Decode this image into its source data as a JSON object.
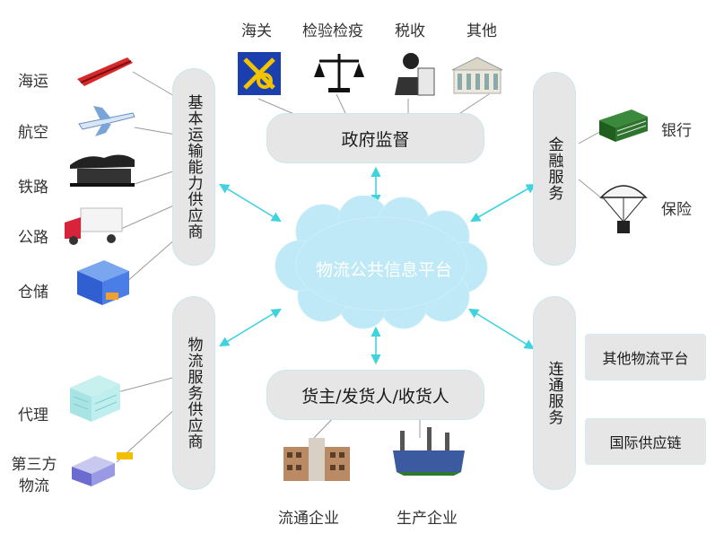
{
  "center": {
    "label": "物流公共信息平台"
  },
  "government": {
    "label": "政府监督",
    "items": [
      "海关",
      "检验检疫",
      "税收",
      "其他"
    ],
    "icons": [
      "customs-emblem-icon",
      "scales-icon",
      "tax-officer-icon",
      "government-building-icon"
    ]
  },
  "shippers": {
    "label": "货主/发货人/收货人",
    "items": [
      "流通企业",
      "生产企业"
    ],
    "icons": [
      "office-building-icon",
      "factory-icon"
    ]
  },
  "transport_providers": {
    "label": "基本运输能力供应商",
    "items": [
      "海运",
      "航空",
      "铁路",
      "公路",
      "仓储"
    ],
    "icons": [
      "ship-icon",
      "airplane-icon",
      "train-icon",
      "truck-icon",
      "warehouse-icon"
    ]
  },
  "logistics_providers": {
    "label": "物流服务供应商",
    "items": [
      "代理",
      "第三方物流"
    ],
    "icons": [
      "agent-building-icon",
      "third-party-logistics-icon"
    ]
  },
  "finance": {
    "label": "金融服务",
    "items": [
      "银行",
      "保险"
    ],
    "icons": [
      "money-stack-icon",
      "parachute-icon"
    ]
  },
  "connectivity": {
    "label": "连通服务",
    "items": [
      "其他物流平台",
      "国际供应链"
    ]
  },
  "colors": {
    "arrow": "#3fd3e0",
    "cloud": "#bfe9f7",
    "pill": "#e6e6e6",
    "connector": "#9a9a9a"
  }
}
